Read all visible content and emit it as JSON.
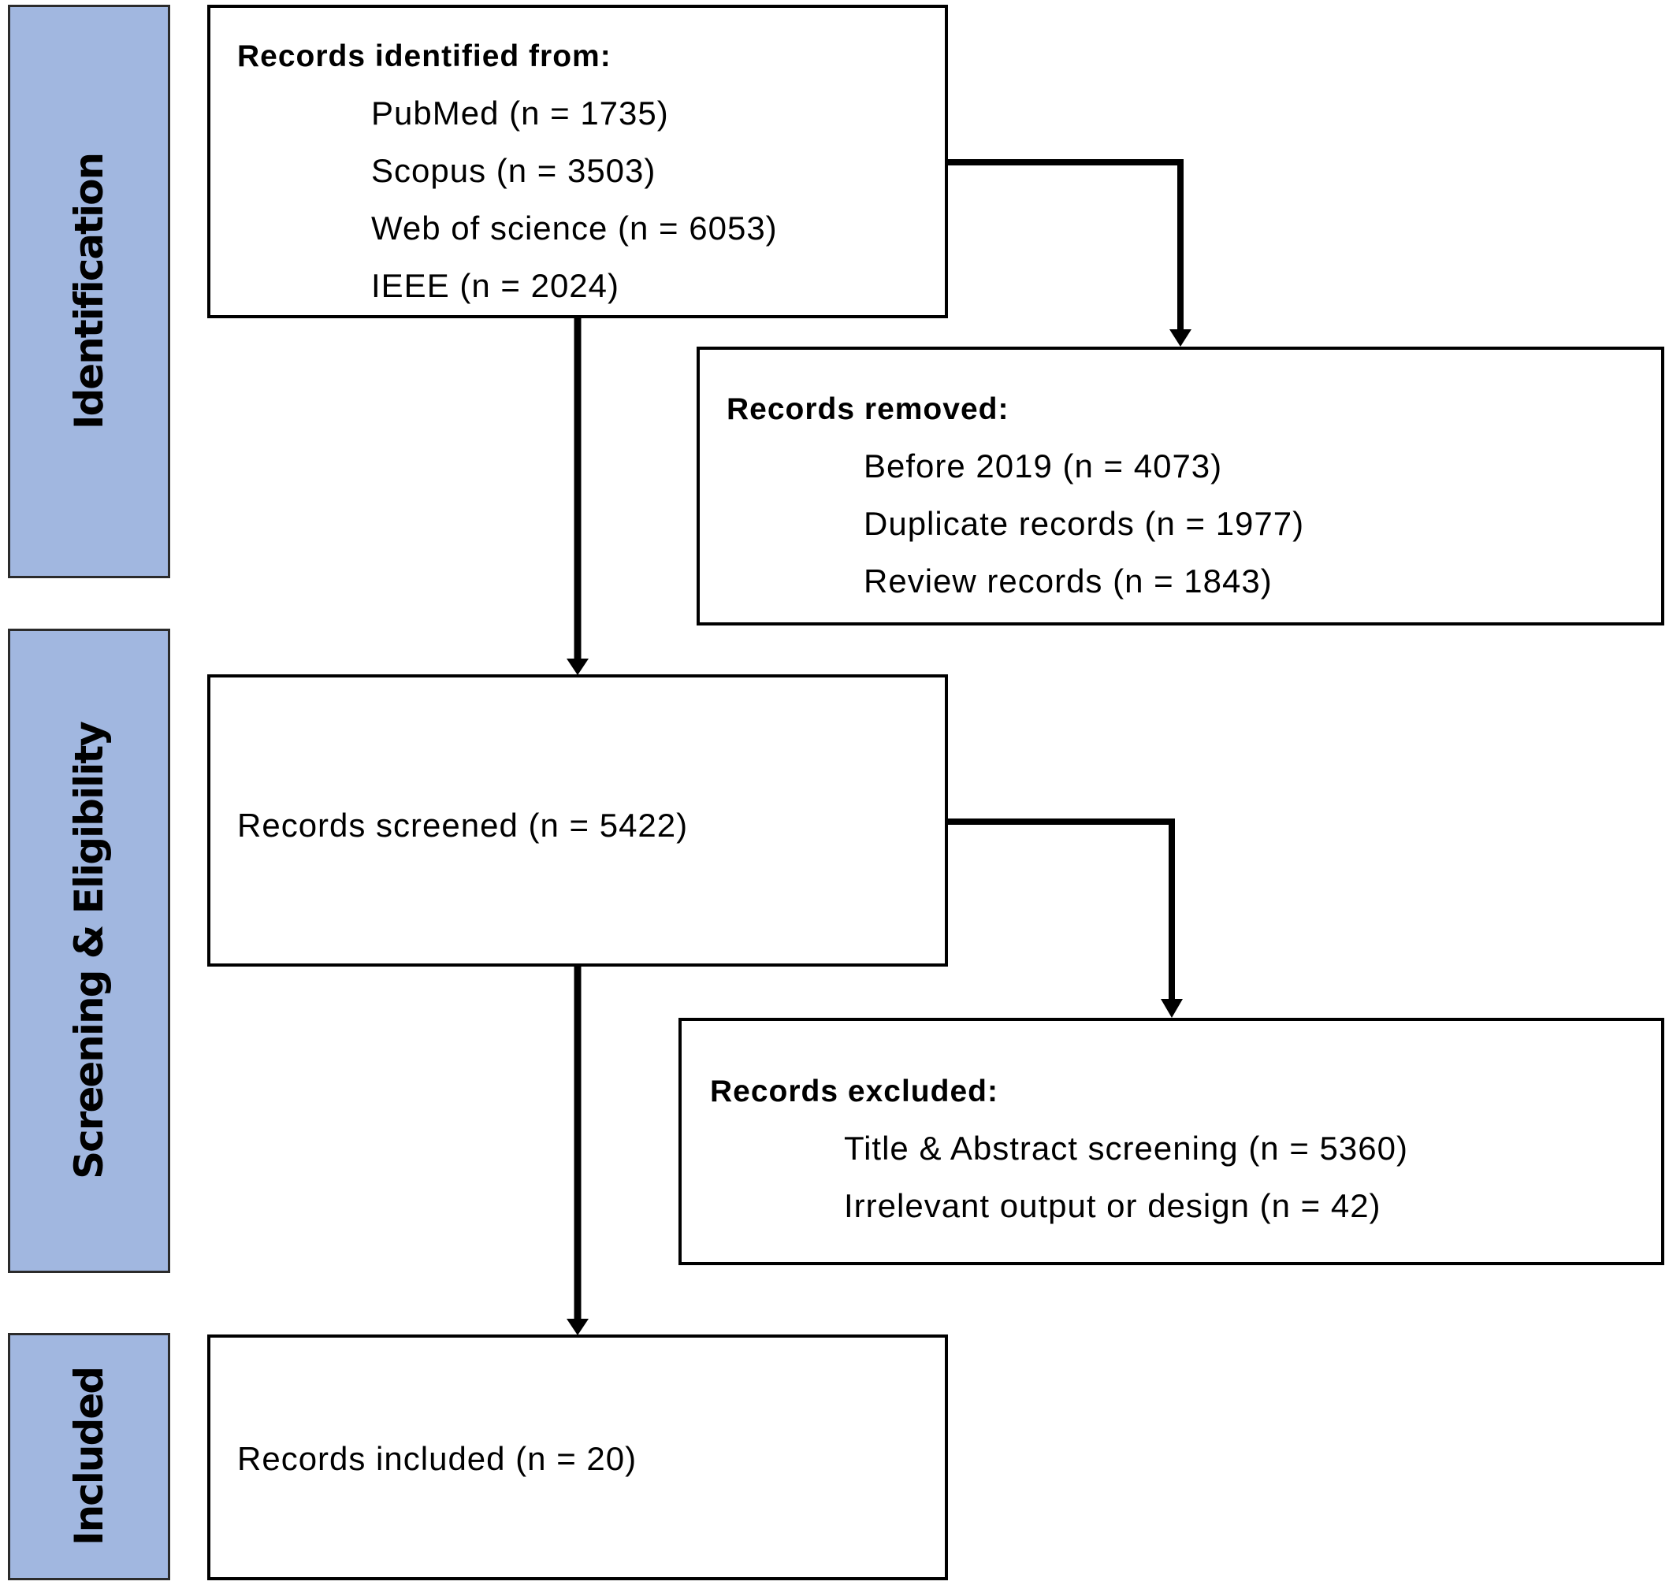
{
  "phases": {
    "identification": "Identification",
    "screening": "Screening & Eligibility",
    "included": "Included"
  },
  "identified": {
    "title": "Records identified from:",
    "items": [
      "PubMed (n = 1735)",
      "Scopus (n = 3503)",
      "Web of science (n = 6053)",
      "IEEE (n = 2024)"
    ]
  },
  "removed": {
    "title": "Records removed:",
    "items": [
      "Before 2019 (n = 4073)",
      "Duplicate records (n = 1977)",
      "Review records (n = 1843)"
    ]
  },
  "screened": {
    "text": "Records screened (n = 5422)"
  },
  "excluded": {
    "title": "Records excluded:",
    "items": [
      "Title & Abstract screening (n = 5360)",
      "Irrelevant output or design (n = 42)"
    ]
  },
  "included": {
    "text": "Records included (n = 20)"
  },
  "colors": {
    "phase_fill": "#a1b7e0",
    "line": "#000000"
  }
}
